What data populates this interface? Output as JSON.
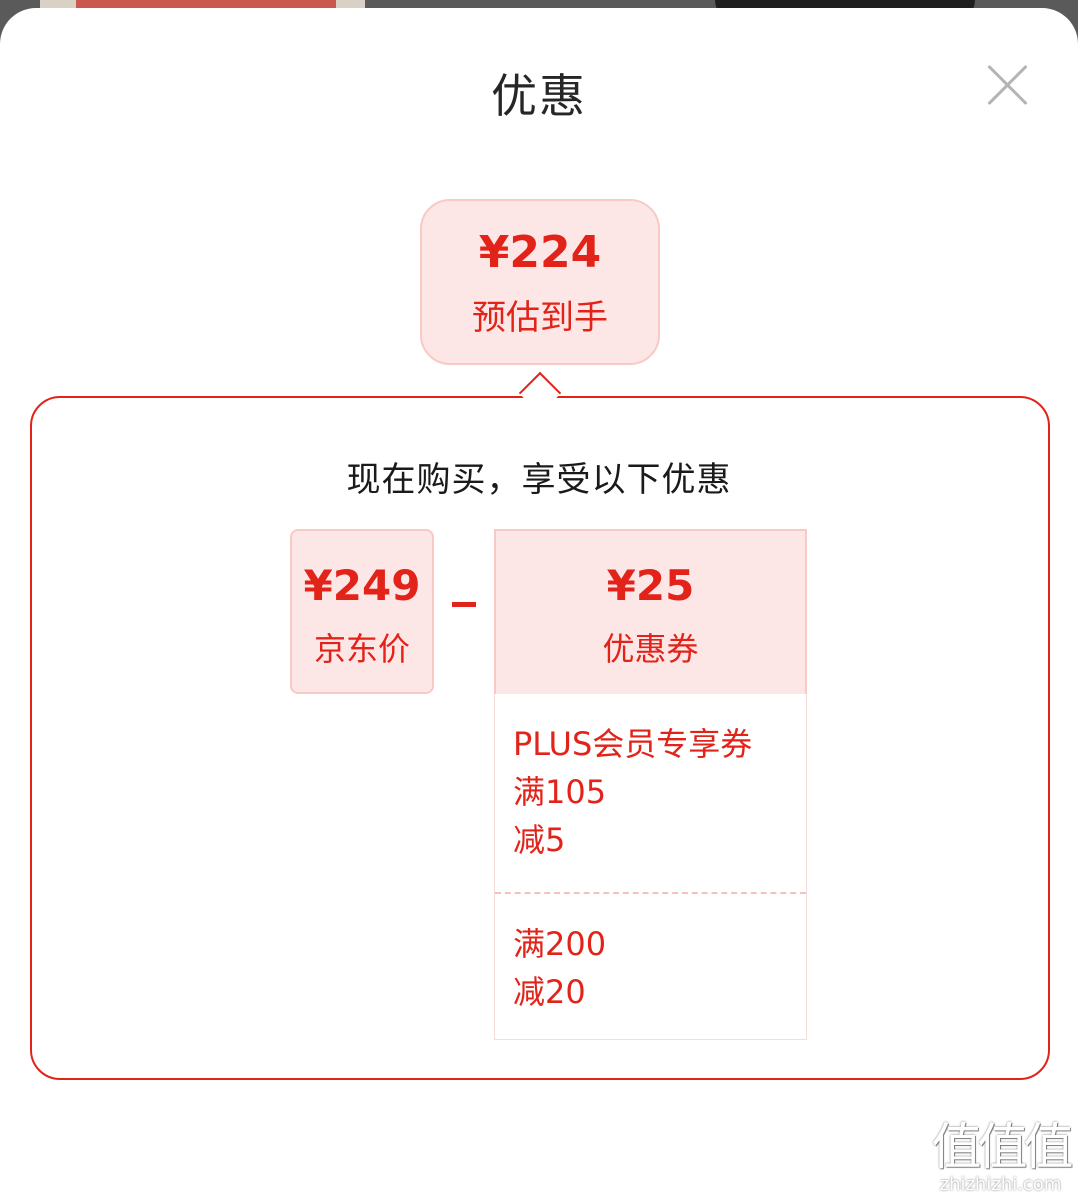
{
  "sheet": {
    "title": "优惠",
    "close_icon": "close-icon"
  },
  "estimate": {
    "price": "¥224",
    "label": "预估到手"
  },
  "panel": {
    "headline": "现在购买，享受以下优惠"
  },
  "jd_price": {
    "amount": "¥249",
    "label": "京东价"
  },
  "operator": "−",
  "coupon": {
    "amount": "¥25",
    "label": "优惠券",
    "items": [
      {
        "lines": [
          "PLUS会员专享券",
          "满105",
          "减5"
        ]
      },
      {
        "lines": [
          "满200",
          "减20"
        ]
      }
    ]
  },
  "watermark": {
    "glyphs": "值值值",
    "url": "zhizhizhi.com"
  },
  "colors": {
    "accent": "#e2231a",
    "tint": "#fde7e6"
  }
}
